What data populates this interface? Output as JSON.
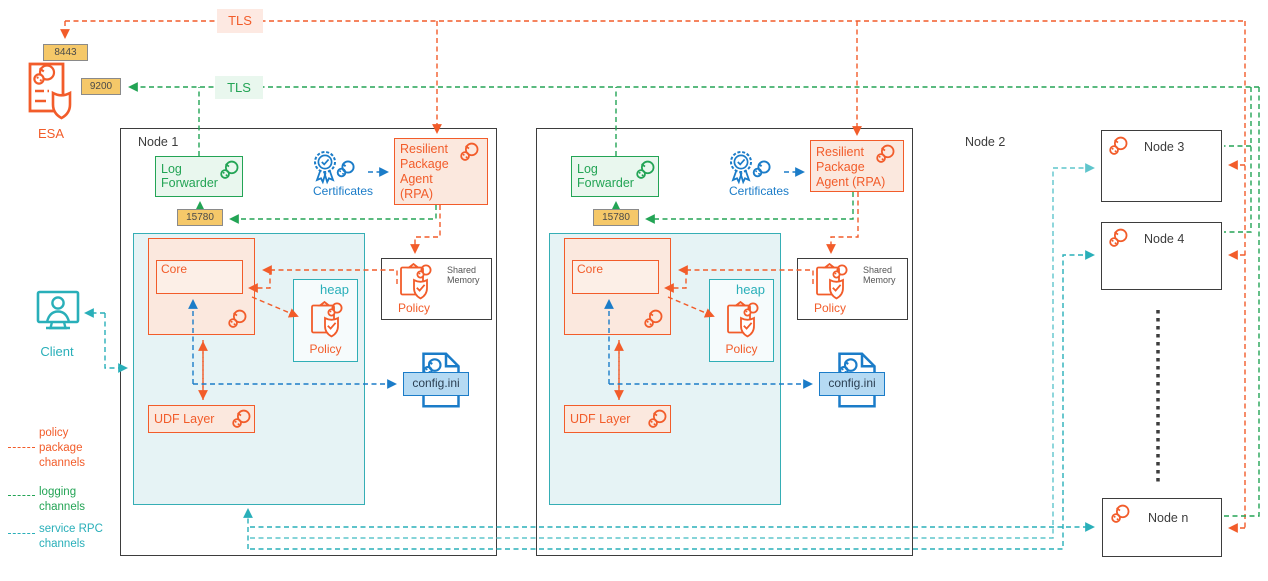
{
  "colors": {
    "policy_channel": "#F25C2A",
    "logging_channel": "#23A455",
    "rpc_channel": "#29AFB9",
    "rpc_channel_light": "#5FC5CC",
    "blue": "#1B7CC8",
    "port_badge_bg": "#F5C869",
    "tls_policy_bg": "#FDE9E2",
    "tls_logging_bg": "#E9F7EE"
  },
  "esa": {
    "label": "ESA",
    "port_top": "8443",
    "port_side": "9200"
  },
  "tls": {
    "policy": "TLS",
    "logging": "TLS"
  },
  "client": {
    "label": "Client"
  },
  "legend": {
    "items": [
      {
        "label": "policy package channels"
      },
      {
        "label": "logging channels"
      },
      {
        "label": "service RPC channels"
      }
    ]
  },
  "node1": {
    "title": "Node 1",
    "log_forwarder": "Log Forwarder",
    "port": "15780",
    "core": "Core",
    "heap": "heap",
    "heap_policy": "Policy",
    "udf": "UDF Layer",
    "sm_policy": "Policy",
    "shared_memory": "Shared Memory",
    "certificates": "Certificates",
    "config": "config.ini",
    "rpa": [
      "Resilient",
      "Package",
      "Agent",
      "(RPA)"
    ]
  },
  "node2": {
    "title": "Node 2",
    "log_forwarder": "Log Forwarder",
    "port": "15780",
    "core": "Core",
    "heap": "heap",
    "heap_policy": "Policy",
    "udf": "UDF Layer",
    "sm_policy": "Policy",
    "shared_memory": "Shared Memory",
    "certificates": "Certificates",
    "config": "config.ini",
    "rpa": [
      "Resilient",
      "Package",
      "Agent (RPA)"
    ]
  },
  "node3": {
    "title": "Node 3"
  },
  "node4": {
    "title": "Node 4"
  },
  "noden": {
    "title": "Node n"
  }
}
